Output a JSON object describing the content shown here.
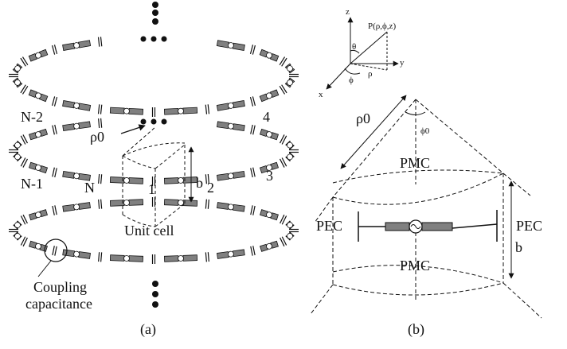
{
  "panel_a": {
    "caption": "(a)",
    "labels": {
      "n_minus_2": "N-2",
      "n_minus_1": "N-1",
      "n": "N",
      "cell_1": "1",
      "cell_2": "2",
      "cell_3": "3",
      "cell_4": "4",
      "rho0": "ρ0",
      "b": "b",
      "unit_cell": "Unit cell",
      "coupling_line1": "Coupling",
      "coupling_line2": "capacitance"
    }
  },
  "panel_b": {
    "caption": "(b)",
    "labels": {
      "point": "P(ρ,ϕ,z)",
      "axis_z": "z",
      "axis_y": "y",
      "axis_x": "x",
      "theta": "θ",
      "phi": "ϕ",
      "rho": "ρ",
      "rho0": "ρ0",
      "phi0": "ϕ0",
      "pmc_top": "PMC",
      "pmc_bottom": "PMC",
      "pec_left": "PEC",
      "pec_right": "PEC",
      "b": "b"
    }
  },
  "colors": {
    "pmc": "#1f78b4",
    "pec": "#e41a1c",
    "dipole_fill": "#808080",
    "line": "#111111"
  }
}
